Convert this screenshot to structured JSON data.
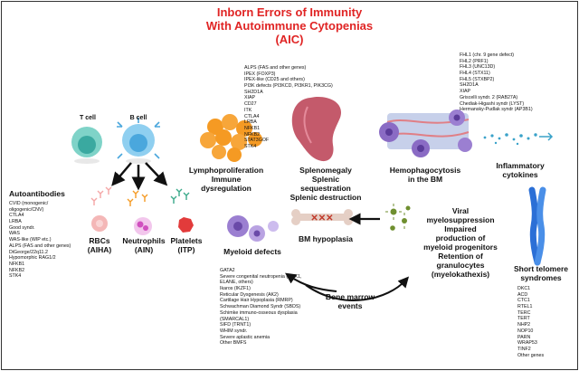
{
  "title": [
    "Inborn Errors of Immunity",
    "With Autoimmune Cytopenias",
    "(AIC)"
  ],
  "cells": {
    "t_cell": "T cell",
    "b_cell": "B cell"
  },
  "lympho_genes": [
    "ALPS (FAS and other genes)",
    "IPEX (FOXP3)",
    "IPEX-like (CD25 and others)",
    "PI3K defects (PI3KCD, PI3KR1, PIK3CG)",
    "SH2D1A",
    "XIAP",
    "CD27",
    "ITK",
    "CTLA4",
    "LRBA",
    "NFKB1",
    "NFKB2",
    "STAT3GOF",
    "STK4"
  ],
  "hlh_genes": [
    "FHL1 (chr. 9 gene defect)",
    "FHL2 (PRF1)",
    "FHL3 (UNC13D)",
    "FHL4 (STX11)",
    "FHL5 (STXBP2)",
    "SH2D1A",
    "XIAP",
    "Griscelli syndr. 2 (RAB27A)",
    "Chediak-Higashi syndr (LYST)",
    "Hermansky-Pudlak syndr (AP3B1)"
  ],
  "mechanisms": {
    "lympho": [
      "Lymphoproliferation",
      "Immune",
      "dysregulation"
    ],
    "spleen": [
      "Splenomegaly",
      "Splenic",
      "sequestration",
      "Splenic destruction"
    ],
    "hlh": [
      "Hemophagocytosis",
      "in the BM"
    ],
    "cytokines": [
      "Inflammatory",
      "cytokines"
    ]
  },
  "autoantibodies": {
    "heading": "Autoantibodies",
    "items": [
      "CVID (monogenic/",
      "oligogenic/CNV)",
      "CTLA4",
      "LRBA",
      "Good syndr.",
      "WAS",
      "WAS-like (WIP etc.)",
      "ALPS (FAS and other genes)",
      "DiGeorge/22q11.2",
      "Hypomorphic RAG1/2",
      "NFKB1",
      "NFKB2",
      "STK4"
    ]
  },
  "cytopenias": {
    "rbc": [
      "RBCs",
      "(AIHA)"
    ],
    "neutrophils": [
      "Neutrophils",
      "(AIN)"
    ],
    "platelets": [
      "Platelets",
      "(ITP)"
    ]
  },
  "bm_hypoplasia": "BM hypoplasia",
  "viral": [
    "Viral",
    "myelosuppression",
    "Impaired",
    "production of",
    "myeloid progenitors",
    "Retention of",
    "granulocytes",
    "(myelokathexis)"
  ],
  "telomere": {
    "heading": [
      "Short telomere",
      "syndromes"
    ],
    "items": [
      "DKC1",
      "ACD",
      "CTC1",
      "RTEL1",
      "TERC",
      "TERT",
      "NHP2",
      "NOP10",
      "PARN",
      "WRAP53",
      "TINF2",
      "Other genes"
    ]
  },
  "myeloid_defects": "Myeloid defects",
  "myeloid_genes": [
    "GATA2",
    "Severe congenital neutropenia (HAX1,",
    "ELANE, others)",
    "Ikaros (IKZF1)",
    "Reticular Dysgenesis (AK2)",
    "Cartilage Hair Hypoplasia (RMRP)",
    "Schwachman Diamond Syndr (SBDS)",
    "Schimke immuno-osseous dysplasia",
    "(SMARCAL1)",
    "SIFD (TRNT1)",
    "WHIM syndr.",
    "Severe aplastic anemia",
    "Other BMFS"
  ],
  "bone_marrow_events": [
    "Bone marrow",
    "events"
  ],
  "colors": {
    "title": "#e02424",
    "tcell": "#7fd3c8",
    "bcell": "#8fcff0",
    "rbc": "#f4b7b7",
    "neutro": "#e88fd9",
    "platelet": "#e23b3b",
    "lympho": "#f59a23",
    "spleen": "#c45a6b",
    "hlh_bg": "#b6c3e0",
    "hlh_cell": "#8a6bc4",
    "cytokine": "#3aa2c9",
    "telomere": "#2b6fd6",
    "virus": "#6f8f2f",
    "bone": "#c0392b"
  }
}
